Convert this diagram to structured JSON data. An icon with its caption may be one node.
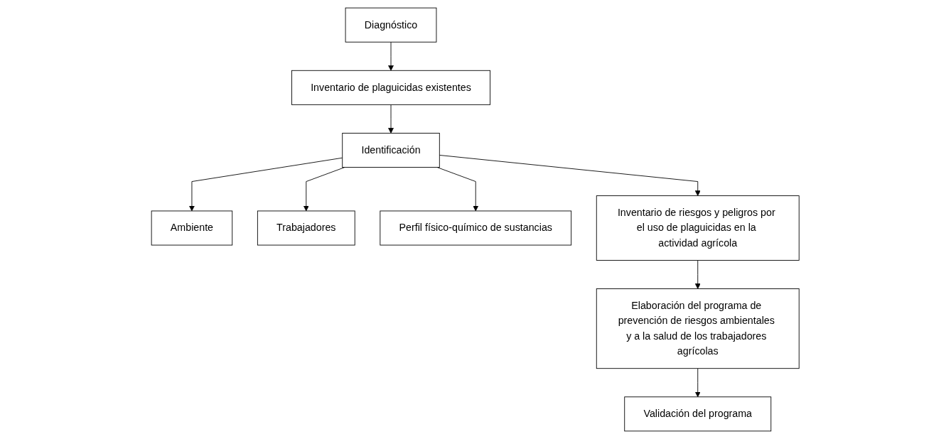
{
  "diagram": {
    "nodes": [
      {
        "text": [
          "Diagnóstico"
        ]
      },
      {
        "text": [
          "Inventario de plaguicidas existentes"
        ]
      },
      {
        "text": [
          "Identificación"
        ]
      },
      {
        "text": [
          "Ambiente"
        ]
      },
      {
        "text": [
          "Trabajadores"
        ]
      },
      {
        "text": [
          "Perfil físico-químico de sustancias"
        ]
      },
      {
        "text": [
          "Inventario de riesgos y peligros por el uso de plaguicidas en la actividad agrícola"
        ]
      },
      {
        "text": [
          "Elaboración del programa de prevención de riesgos ambientales y a la salud de los trabajadores agrícolas"
        ]
      },
      {
        "text": [
          "Validación del programa"
        ]
      }
    ],
    "edges": [
      {
        "from": 0,
        "to": 1,
        "arrow": "to"
      },
      {
        "from": 1,
        "to": 2,
        "arrow": "to"
      },
      {
        "from": 2,
        "to": 4,
        "arrow": "to"
      },
      {
        "from": 2,
        "to": 3,
        "arrow": "to"
      },
      {
        "from": 2,
        "to": 5,
        "arrow": "to"
      },
      {
        "from": 2,
        "to": 6,
        "arrow": "to"
      },
      {
        "from": 6,
        "to": 7,
        "arrow": "to"
      },
      {
        "from": 7,
        "to": 8,
        "arrow": "to"
      }
    ]
  }
}
